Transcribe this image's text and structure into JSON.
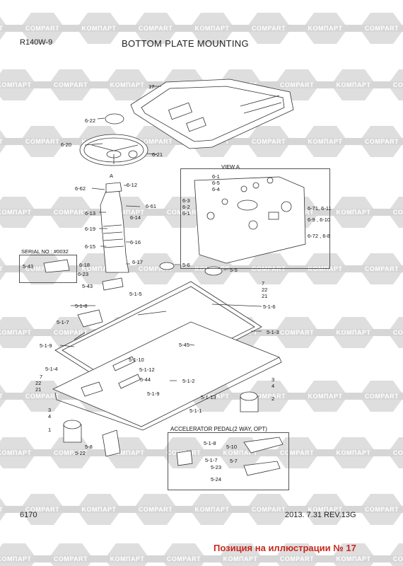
{
  "header": {
    "model": "R140W-9",
    "title": "BOTTOM PLATE MOUNTING"
  },
  "footer": {
    "page": "6170",
    "date_rev": "2013. 7.31  REV.13G",
    "note": "Позиция на иллюстрации № 17"
  },
  "watermark": {
    "text_a": "KOMПAPT",
    "text_b": "COMPART"
  },
  "boxes": {
    "view_a": "VIEW A",
    "serial": "SERIAL NO : #0032",
    "accel": "ACCELERATOR PEDAL(2 WAY, OPT)"
  },
  "labels": {
    "l17": "17",
    "l622": "6-22",
    "l620": "6-20",
    "l621": "6-21",
    "lA": "A",
    "l662": "6-62",
    "l612": "6-12",
    "l661": "6-61",
    "l614": "6-14",
    "l613": "6-13",
    "l619": "6-19",
    "l615": "6-15",
    "l616": "6-16",
    "l618": "6-18",
    "l617": "6-17",
    "l623": "6-23",
    "l61": "6-1",
    "l65": "6-5",
    "l64": "6-4",
    "l63": "6-3",
    "l62": "6-2",
    "l61b": "6-1",
    "l671": "6-71, 6-11",
    "l69": "6-9 , 6-10",
    "l672": "6-72 , 6-8",
    "l543": "5-43",
    "l543b": "5-43",
    "l56": "5-6",
    "l55": "5-5",
    "l7a": "7",
    "l22a": "22",
    "l21a": "21",
    "l515": "5-1-5",
    "l518": "5-1-8",
    "l516": "5-1-6",
    "l517": "5-1-7",
    "l513": "5-1-3",
    "l519": "5-1-9",
    "l545": "5-45",
    "l5110": "5-1-10",
    "l514": "5-1-4",
    "l5112": "5-1-12",
    "l7b": "7",
    "l22b": "22",
    "l21b": "21",
    "l544": "5-44",
    "l512": "5-1-2",
    "l3a": "3",
    "l4a": "4",
    "l519b": "5-1-9",
    "l5113": "5-1-13",
    "l2": "2",
    "l3b": "3",
    "l4b": "4",
    "l511": "5-1-1",
    "l1": "1",
    "l58": "5-8",
    "l522": "5-22",
    "p518": "5-1-8",
    "p510": "5-10",
    "p517": "5-1-7",
    "p57": "5-7",
    "p523": "5-23",
    "p524": "5-24"
  }
}
